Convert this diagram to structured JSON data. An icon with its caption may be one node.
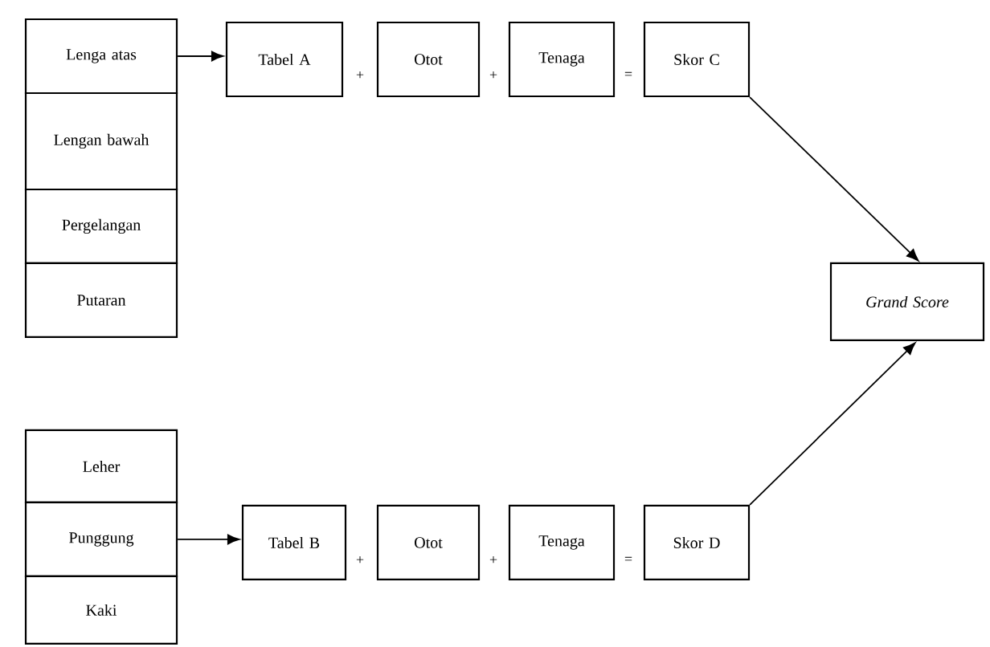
{
  "diagram": {
    "nodes": [
      {
        "text": [
          "Lenga atas"
        ]
      },
      {
        "text": [
          "Lengan bawah"
        ]
      },
      {
        "text": [
          "Pergelangan"
        ]
      },
      {
        "text": [
          "Putaran"
        ]
      },
      {
        "text": [
          "Tabel A"
        ]
      },
      {
        "text": [
          "Otot"
        ]
      },
      {
        "text": [
          "Tenaga"
        ]
      },
      {
        "text": [
          "Skor C"
        ]
      },
      {
        "text": [
          "Grand Score"
        ]
      },
      {
        "text": [
          "Leher"
        ]
      },
      {
        "text": [
          "Punggung"
        ]
      },
      {
        "text": [
          "Kaki"
        ]
      },
      {
        "text": [
          "Tabel B"
        ]
      },
      {
        "text": [
          "Otot"
        ]
      },
      {
        "text": [
          "Tenaga"
        ]
      },
      {
        "text": [
          "Skor D"
        ]
      }
    ],
    "edges": [
      {
        "from": 0,
        "to": 4,
        "arrow": "to"
      },
      {
        "from": 7,
        "to": 8,
        "arrow": "to"
      },
      {
        "from": 10,
        "to": 12,
        "arrow": "to"
      },
      {
        "from": 15,
        "to": 8,
        "arrow": "to"
      }
    ],
    "labels": [
      "+",
      "+",
      "=",
      "+",
      "+",
      "="
    ]
  }
}
